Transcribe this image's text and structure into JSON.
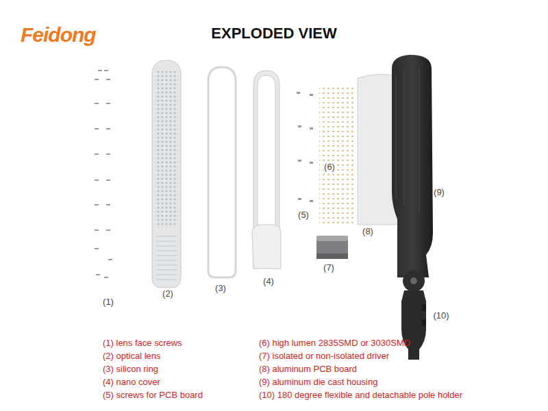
{
  "diagram": {
    "title": "EXPLODED VIEW",
    "labels": [
      "Feidong",
      "(1)",
      "(2)",
      "(3)",
      "(4)",
      "(5)",
      "(6)",
      "(7)",
      "(8)",
      "(9)",
      "(10)",
      "(1) lens face screws",
      "(2) optical lens",
      "(3) silicon ring",
      "(4) nano cover",
      "(5) screws for PCB board",
      "(6) high lumen 2835SMD or 3030SMD",
      "(7) isolated or non-isolated driver",
      "(8) aluminum PCB board",
      "(9) aluminum die cast housing",
      "(10) 180 degree flexible and detachable pole holder"
    ]
  }
}
